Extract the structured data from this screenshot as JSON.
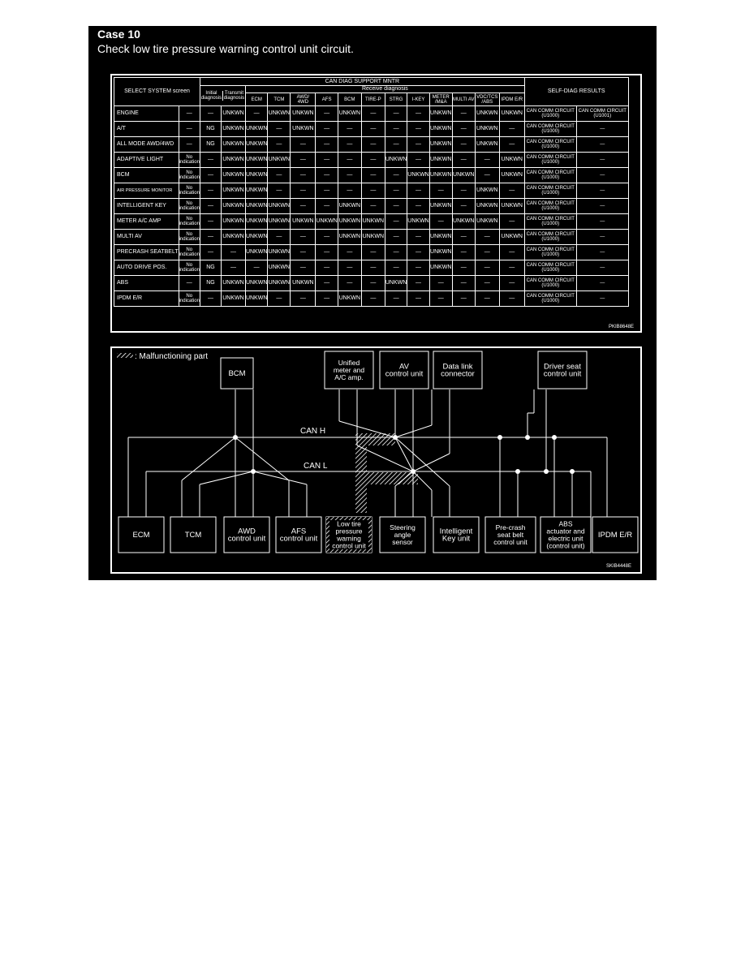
{
  "case_title": "Case 10",
  "case_subtitle": "Check low tire pressure warning control unit circuit.",
  "table": {
    "select_system_header": "SELECT SYSTEM screen",
    "can_diag_header": "CAN DIAG SUPPORT MNTR",
    "receive_header": "Receive diagnosis",
    "self_diag_header": "SELF-DIAG RESULTS",
    "columns": [
      "Initial diagnosis",
      "Transmit diagnosis",
      "ECM",
      "TCM",
      "AWD/ 4WD",
      "AFS",
      "BCM",
      "TIRE-P",
      "STRG",
      "I-KEY",
      "METER /M&A",
      "MULTI AV",
      "VDC/TCS /ABS",
      "IPDM E/R"
    ],
    "rows": [
      {
        "system": "ENGINE",
        "cells": [
          "—",
          "—",
          "UNKWN",
          "—",
          "UNKWN",
          "UNKWN",
          "—",
          "UNKWN",
          "—",
          "—",
          "—",
          "UNKWN",
          "—",
          "UNKWN",
          "UNKWN"
        ],
        "res1": "CAN COMM CIRCUIT (U1000)",
        "res2": "CAN COMM CIRCUIT (U1001)"
      },
      {
        "system": "A/T",
        "cells": [
          "—",
          "NG",
          "UNKWN",
          "UNKWN",
          "—",
          "UNKWN",
          "—",
          "—",
          "—",
          "—",
          "—",
          "UNKWN",
          "—",
          "UNKWN",
          "—"
        ],
        "res1": "CAN COMM CIRCUIT (U1000)",
        "res2": "—"
      },
      {
        "system": "ALL MODE AWD/4WD",
        "cells": [
          "—",
          "NG",
          "UNKWN",
          "UNKWN",
          "—",
          "—",
          "—",
          "—",
          "—",
          "—",
          "—",
          "UNKWN",
          "—",
          "UNKWN",
          "—"
        ],
        "res1": "CAN COMM CIRCUIT (U1000)",
        "res2": "—"
      },
      {
        "system": "ADAPTIVE LIGHT",
        "cells": [
          "No indication",
          "—",
          "UNKWN",
          "UNKWN",
          "UNKWN",
          "—",
          "—",
          "—",
          "—",
          "UNKWN",
          "—",
          "UNKWN",
          "—",
          "—",
          "UNKWN"
        ],
        "res1": "CAN COMM CIRCUIT (U1000)",
        "res2": "—"
      },
      {
        "system": "BCM",
        "cells": [
          "No indication",
          "—",
          "UNKWN",
          "UNKWN",
          "—",
          "—",
          "—",
          "—",
          "—",
          "—",
          "UNKWN",
          "UNKWN",
          "UNKWN",
          "—",
          "UNKWN"
        ],
        "res1": "CAN COMM CIRCUIT (U1000)",
        "res2": "—"
      },
      {
        "system": "AIR PRESSURE MONITOR",
        "cells": [
          "No indication",
          "—",
          "UNKWN",
          "UNKWN",
          "—",
          "—",
          "—",
          "—",
          "—",
          "—",
          "—",
          "—",
          "—",
          "UNKWN",
          "—"
        ],
        "res1": "CAN COMM CIRCUIT (U1000)",
        "res2": "—"
      },
      {
        "system": "INTELLIGENT KEY",
        "cells": [
          "No indication",
          "—",
          "UNKWN",
          "UNKWN",
          "UNKWN",
          "—",
          "—",
          "UNKWN",
          "—",
          "—",
          "—",
          "UNKWN",
          "—",
          "UNKWN",
          "UNKWN"
        ],
        "res1": "CAN COMM CIRCUIT (U1000)",
        "res2": "—"
      },
      {
        "system": "METER A/C AMP",
        "cells": [
          "No indication",
          "—",
          "UNKWN",
          "UNKWN",
          "UNKWN",
          "UNKWN",
          "UNKWN",
          "UNKWN",
          "UNKWN",
          "—",
          "UNKWN",
          "—",
          "UNKWN",
          "UNKWN",
          "—"
        ],
        "res1": "CAN COMM CIRCUIT (U1000)",
        "res2": "—"
      },
      {
        "system": "MULTI AV",
        "cells": [
          "No indication",
          "—",
          "UNKWN",
          "UNKWN",
          "—",
          "—",
          "—",
          "UNKWN",
          "UNKWN",
          "—",
          "—",
          "UNKWN",
          "—",
          "—",
          "UNKWN"
        ],
        "res1": "CAN COMM CIRCUIT (U1000)",
        "res2": "—"
      },
      {
        "system": "PRECRASH SEATBELT",
        "cells": [
          "No indication",
          "—",
          "—",
          "UNKWN",
          "UNKWN",
          "—",
          "—",
          "—",
          "—",
          "—",
          "—",
          "UNKWN",
          "—",
          "—",
          "—"
        ],
        "res1": "CAN COMM CIRCUIT (U1000)",
        "res2": "—"
      },
      {
        "system": "AUTO DRIVE POS.",
        "cells": [
          "No indication",
          "NG",
          "—",
          "—",
          "UNKWN",
          "—",
          "—",
          "—",
          "—",
          "—",
          "—",
          "UNKWN",
          "—",
          "—",
          "—"
        ],
        "res1": "CAN COMM CIRCUIT (U1000)",
        "res2": "—"
      },
      {
        "system": "ABS",
        "cells": [
          "—",
          "NG",
          "UNKWN",
          "UNKWN",
          "UNKWN",
          "UNKWN",
          "—",
          "—",
          "—",
          "UNKWN",
          "—",
          "—",
          "—",
          "—",
          "—"
        ],
        "res1": "CAN COMM CIRCUIT (U1000)",
        "res2": "—"
      },
      {
        "system": "IPDM E/R",
        "cells": [
          "No indication",
          "—",
          "UNKWN",
          "UNKWN",
          "—",
          "—",
          "—",
          "UNKWN",
          "—",
          "—",
          "—",
          "—",
          "—",
          "—",
          "—"
        ],
        "res1": "CAN COMM CIRCUIT (U1000)",
        "res2": "—"
      }
    ],
    "code": "PKIB8648E"
  },
  "diagram": {
    "legend": ": Malfunctioning part",
    "can_h": "CAN H",
    "can_l": "CAN L",
    "code": "SKIB4448E",
    "top_units": [
      {
        "lines": [
          "BCM"
        ]
      },
      {
        "lines": [
          "Unified",
          "meter and",
          "A/C amp."
        ]
      },
      {
        "lines": [
          "AV",
          "control unit"
        ]
      },
      {
        "lines": [
          "Data link",
          "connector"
        ]
      },
      {
        "lines": [
          "Driver seat",
          "control unit"
        ]
      }
    ],
    "bottom_units": [
      {
        "lines": [
          "ECM"
        ]
      },
      {
        "lines": [
          "TCM"
        ]
      },
      {
        "lines": [
          "AWD",
          "control unit"
        ]
      },
      {
        "lines": [
          "AFS",
          "control unit"
        ]
      },
      {
        "lines": [
          "Low tire",
          "pressure",
          "warning",
          "control unit"
        ]
      },
      {
        "lines": [
          "Steering",
          "angle",
          "sensor"
        ]
      },
      {
        "lines": [
          "Intelligent",
          "Key unit"
        ]
      },
      {
        "lines": [
          "Pre-crash",
          "seat belt",
          "control unit"
        ]
      },
      {
        "lines": [
          "ABS",
          "actuator and",
          "electric unit",
          "(control unit)"
        ]
      },
      {
        "lines": [
          "IPDM E/R"
        ]
      }
    ]
  }
}
